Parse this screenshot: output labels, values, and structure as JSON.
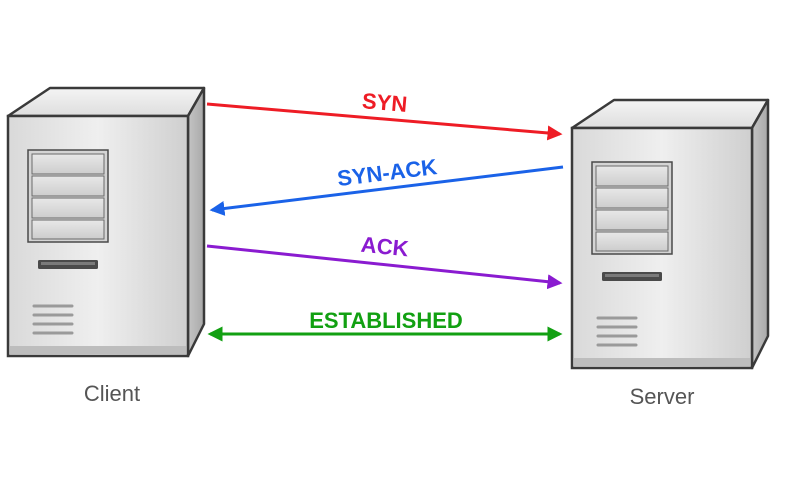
{
  "diagram": {
    "title": "TCP three-way handshake",
    "nodes": {
      "client": {
        "label": "Client",
        "icon": "server-tower-icon"
      },
      "server": {
        "label": "Server",
        "icon": "server-tower-icon"
      }
    },
    "messages": [
      {
        "id": "syn",
        "label": "SYN",
        "direction": "client-to-server",
        "color": "#ee1c25"
      },
      {
        "id": "syn_ack",
        "label": "SYN-ACK",
        "direction": "server-to-client",
        "color": "#1a62e8"
      },
      {
        "id": "ack",
        "label": "ACK",
        "direction": "client-to-server",
        "color": "#8a1bd0"
      },
      {
        "id": "established",
        "label": "ESTABLISHED",
        "direction": "bidirectional",
        "color": "#12a012"
      }
    ]
  }
}
